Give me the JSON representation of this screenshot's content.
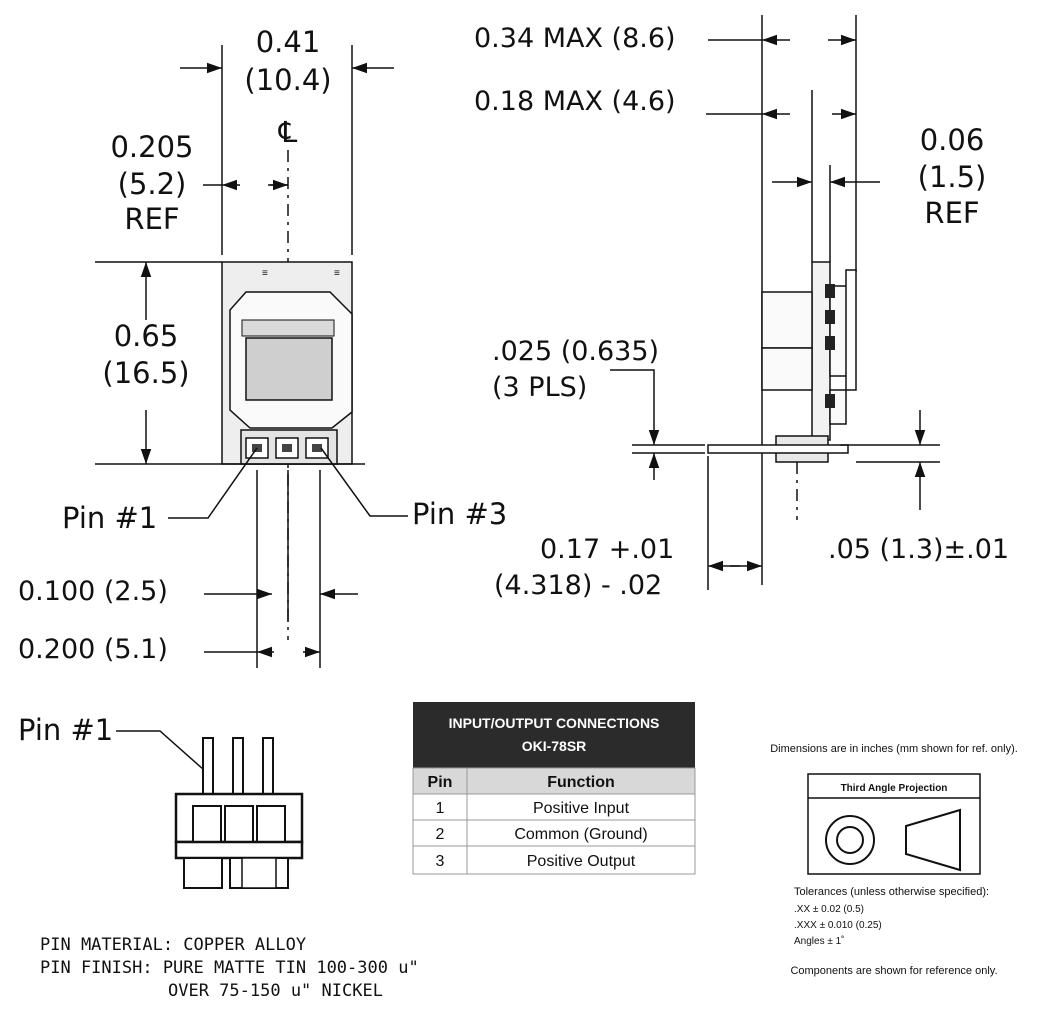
{
  "front_view": {
    "width_in": "0.41",
    "width_mm": "(10.4)",
    "centerline_symbol": "℄",
    "half_width_in": "0.205",
    "half_width_mm": "(5.2)",
    "half_width_ref": "REF",
    "height_in": "0.65",
    "height_mm": "(16.5)",
    "pin1_label": "Pin #1",
    "pin3_label": "Pin #3",
    "pitch_small": "0.100 (2.5)",
    "pitch_large": "0.200 (5.1)"
  },
  "side_view": {
    "max_depth": "0.34 MAX (8.6)",
    "max_body": "0.18 MAX (4.6)",
    "pcb_thick_in": "0.06",
    "pcb_thick_mm": "(1.5)",
    "pcb_thick_ref": "REF",
    "pin_size_line1": ".025 (0.635)",
    "pin_size_line2": "(3 PLS)",
    "pin_len_line1": "0.17 +.01",
    "pin_len_line2": "(4.318) - .02",
    "pin_offset": ".05 (1.3)±.01"
  },
  "bottom_left": {
    "pin1_label": "Pin #1",
    "material": "PIN MATERIAL: COPPER ALLOY",
    "finish_line1": "PIN FINISH: PURE MATTE TIN 100-300 u\"",
    "finish_line2": "OVER 75-150 u\" NICKEL"
  },
  "connections_table": {
    "title_line1": "INPUT/OUTPUT CONNECTIONS",
    "title_line2": "OKI-78SR",
    "col_pin": "Pin",
    "col_function": "Function",
    "rows": [
      {
        "pin": "1",
        "function": "Positive Input"
      },
      {
        "pin": "2",
        "function": "Common (Ground)"
      },
      {
        "pin": "3",
        "function": "Positive Output"
      }
    ]
  },
  "notes": {
    "dimensions_note": "Dimensions are in inches (mm shown for ref. only).",
    "projection_title": "Third Angle Projection",
    "tolerances_title": "Tolerances (unless otherwise specified):",
    "tol_xx": ".XX ± 0.02 (0.5)",
    "tol_xxx": ".XXX ± 0.010 (0.25)",
    "tol_angles": "Angles ± 1˚",
    "components_note": "Components are shown for reference only."
  },
  "colors": {
    "table_header_bg": "#2b2b2b",
    "table_colhead_bg": "#d8d8d8"
  }
}
